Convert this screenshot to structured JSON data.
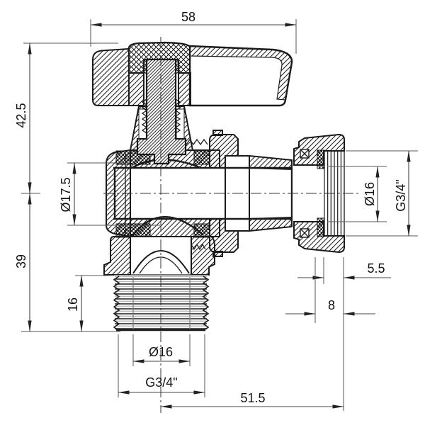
{
  "colors": {
    "line": "#1a1a1a",
    "dimension_line": "#444444",
    "background": "#ffffff",
    "text": "#111111"
  },
  "dims": {
    "handle_width": "58",
    "height_upper": "42.5",
    "height_lower": "39",
    "body_dia": "Ø17.5",
    "thread_length": "16",
    "outlet_bore": "Ø16",
    "outlet_thread": "G3/4\"",
    "center_offset": "51.5",
    "nut_gap": "5.5",
    "nut_depth": "8",
    "side_bore": "Ø16",
    "side_thread": "G3/4\""
  }
}
